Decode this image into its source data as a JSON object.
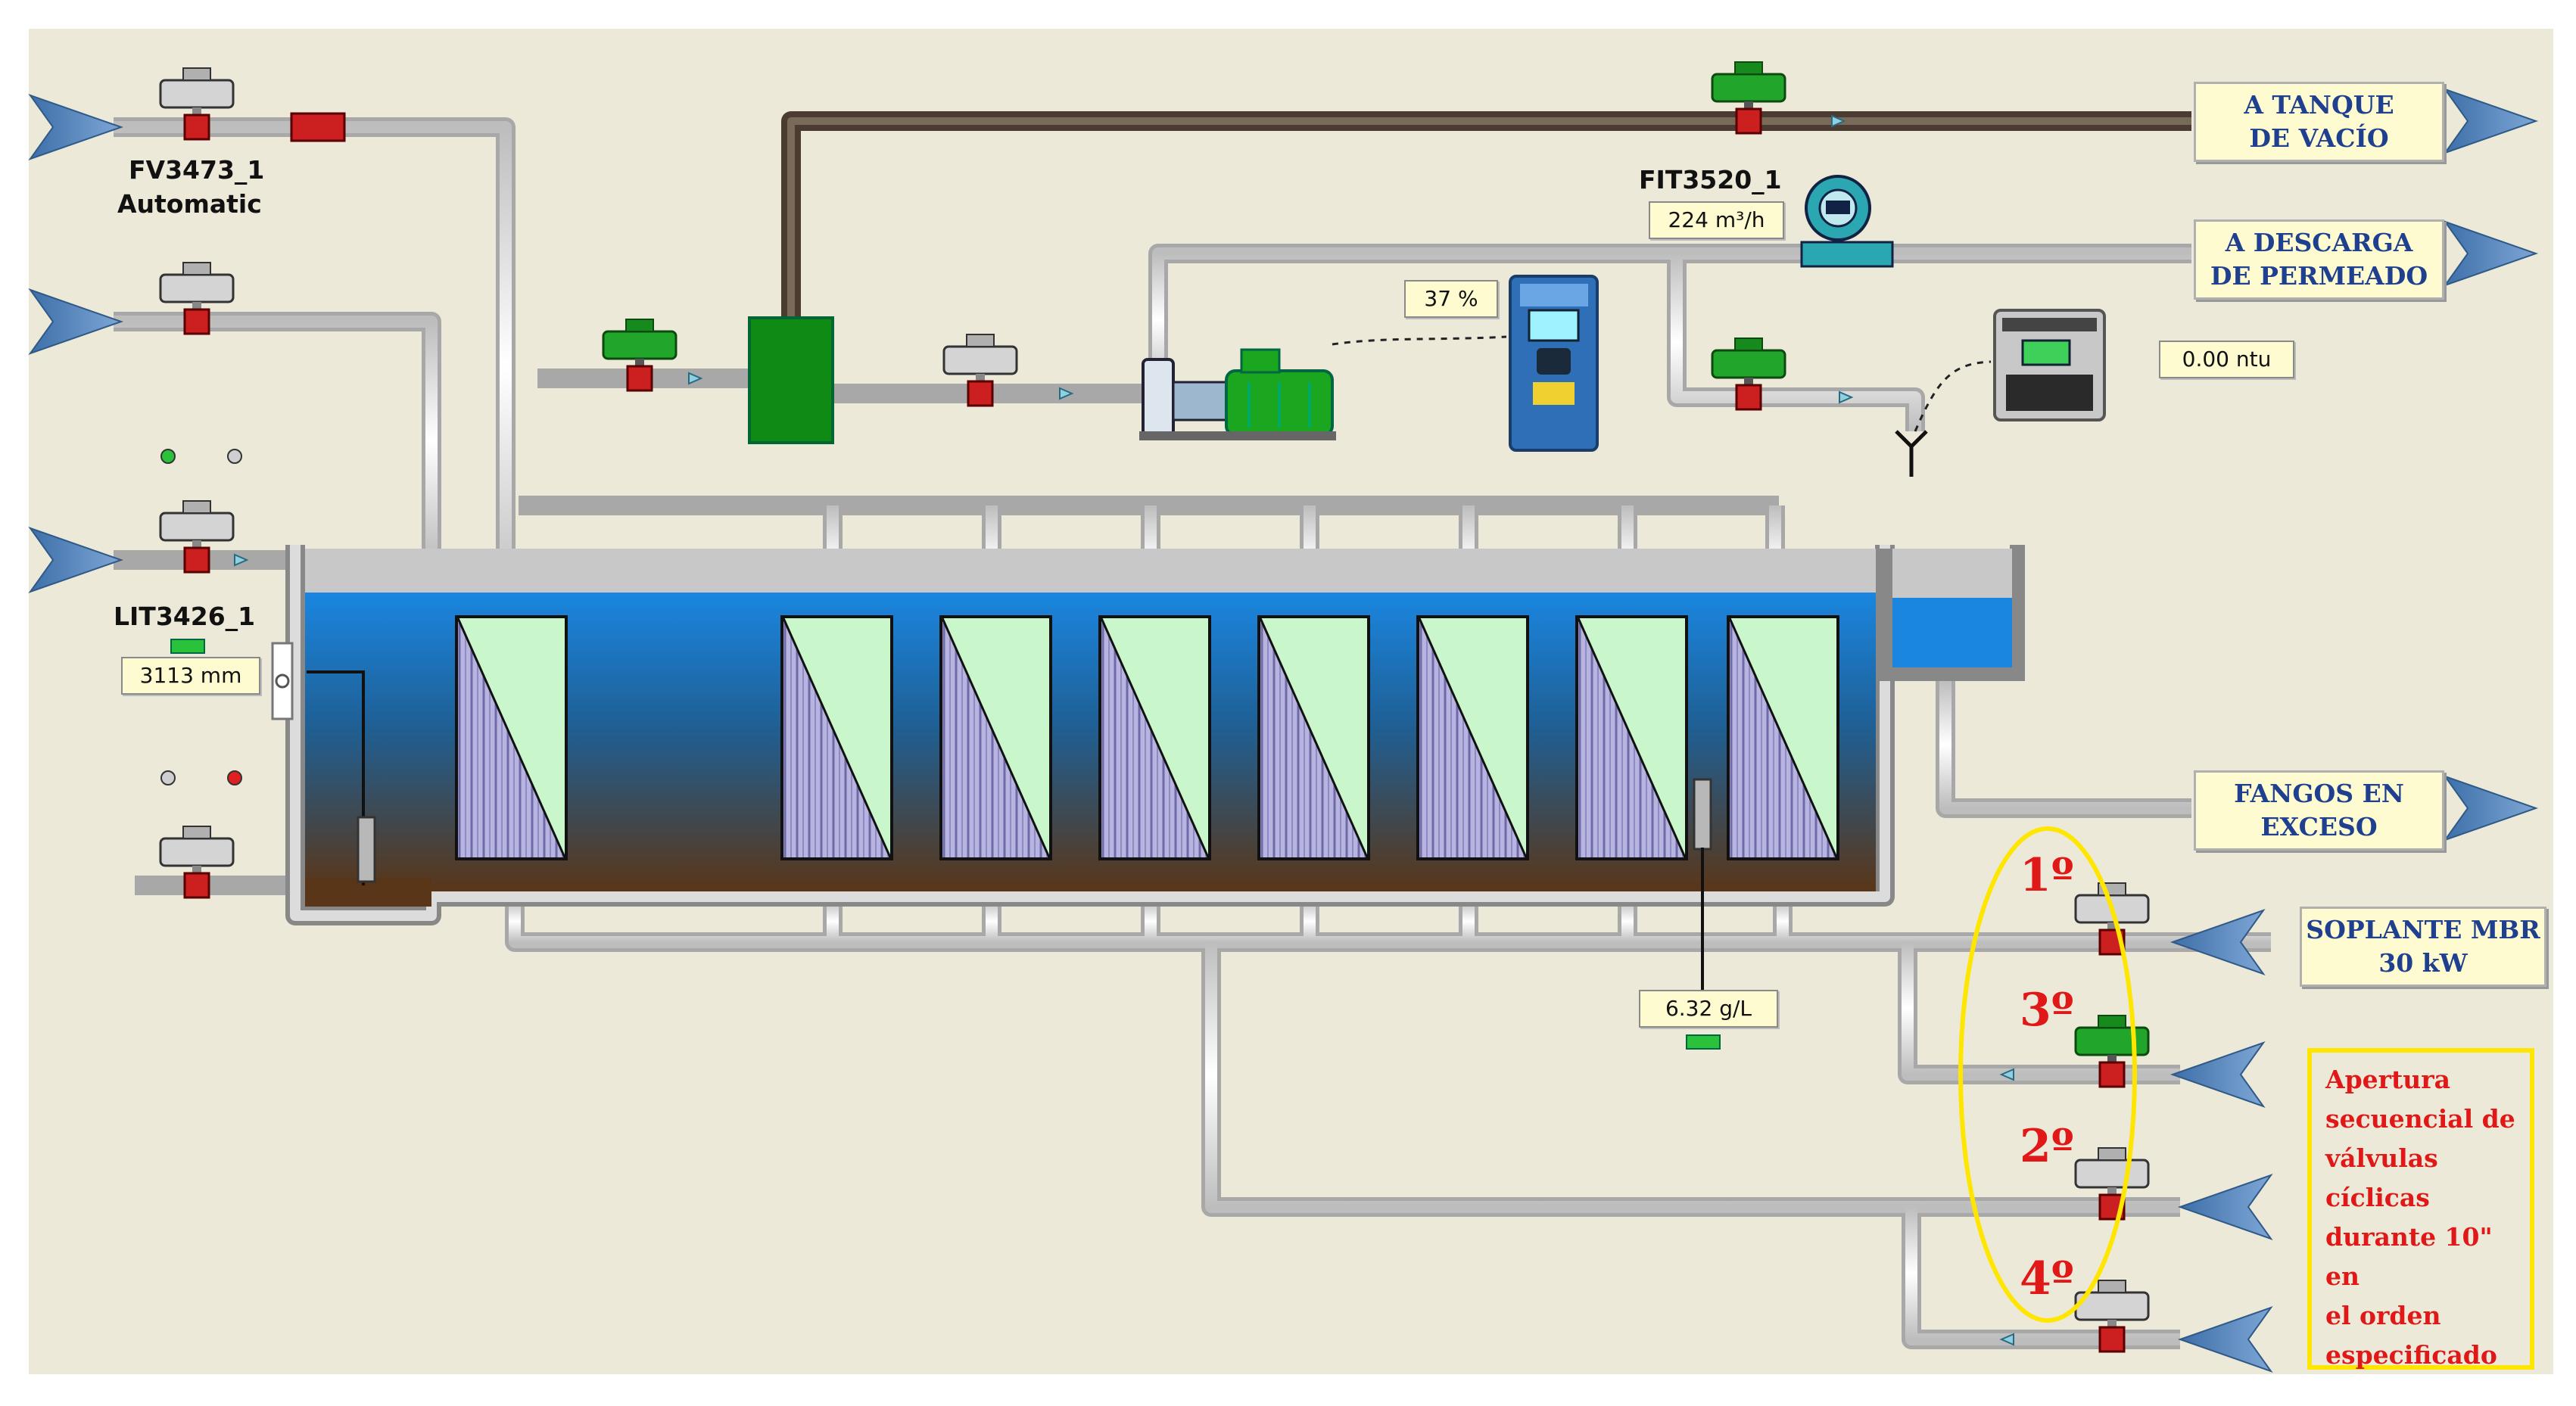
{
  "valves": {
    "fv3473": {
      "tag": "FV3473_1",
      "mode": "Automatic"
    },
    "lit3426": {
      "tag": "LIT3426_1",
      "value": "3113 mm"
    },
    "fit3520": {
      "tag": "FIT3520_1",
      "value": "224 m³/h"
    }
  },
  "readouts": {
    "vfd_speed": "37 %",
    "turbidity": "0.00 ntu",
    "mlss": "6.32 g/L"
  },
  "destinations": {
    "vacuum_tank": "A TANQUE\nDE VACÍO",
    "permeate": "A DESCARGA\nDE PERMEADO",
    "excess_sludge": "FANGOS EN\nEXCESO",
    "blower": "SOPLANTE MBR\n30 kW"
  },
  "sequence": {
    "first": "1º",
    "second": "2º",
    "third": "3º",
    "fourth": "4º",
    "note": "Apertura\nsecuencial de\nválvulas\ncíclicas\ndurante 10\" en\nel orden\nespecificado"
  },
  "colors": {
    "background": "#ece9d8",
    "pipe": "#d8d8d8",
    "vacuum_pipe": "#5a4a3a",
    "valve_open": "#1fa01f",
    "valve_closed": "#c8c8c8",
    "valve_body": "#cc2020",
    "tank_water_top": "#1a7fd6",
    "tank_water_bottom": "#5a3a1e",
    "membrane": "#c8f5cc",
    "arrow": "#5f8dbf",
    "note_border": "#ffe600",
    "sequence_text": "#e01818"
  },
  "icons": [
    "actuated-valve-icon",
    "pump-motor-icon",
    "vfd-drive-icon",
    "turbidimeter-icon",
    "flowmeter-icon",
    "level-transmitter-icon",
    "mbr-membrane-module-icon",
    "flow-arrow-icon"
  ]
}
